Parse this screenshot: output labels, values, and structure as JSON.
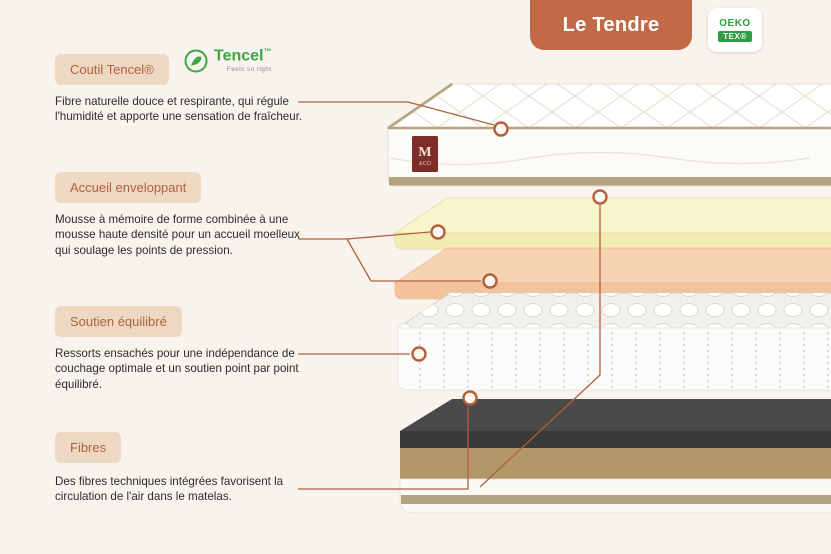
{
  "header": {
    "title": "Le Tendre",
    "oeko_line1": "OEKO",
    "oeko_line2": "TEX®"
  },
  "tencel": {
    "name": "Tencel",
    "tm": "™",
    "tagline": "Feels so right"
  },
  "sections": [
    {
      "label": "Coutil Tencel®",
      "description": "Fibre naturelle douce et respirante, qui régule l'humidité et apporte une sensation de fraîcheur."
    },
    {
      "label": "Accueil enveloppant",
      "description": "Mousse à mémoire de forme combinée à une mousse haute densité pour un accueil moelleux qui soulage les points de pression."
    },
    {
      "label": "Soutien équilibré",
      "description": "Ressorts ensachés pour une indépendance de couchage optimale et un soutien point par point équilibré."
    },
    {
      "label": "Fibres",
      "description": "Des fibres techniques intégrées favorisent la circulation de l'air dans le matelas."
    }
  ],
  "mattress_logo": {
    "letter": "M",
    "sub": "&CO"
  },
  "colors": {
    "background": "#f8f3ec",
    "accent_terracotta": "#c16a45",
    "connector": "#b2603c",
    "badge_bg": "#edd9c3",
    "badge_text": "#b2603c",
    "tencel_green": "#3da747",
    "oeko_green": "#2f9e44",
    "quilt_trim_khaki": "#b3a37e",
    "memory_foam_yellow": "#f1ecb2",
    "hd_foam_peach": "#f2c39c",
    "fiber_dark": "#3d3d3b",
    "fiber_tan": "#b29868"
  }
}
